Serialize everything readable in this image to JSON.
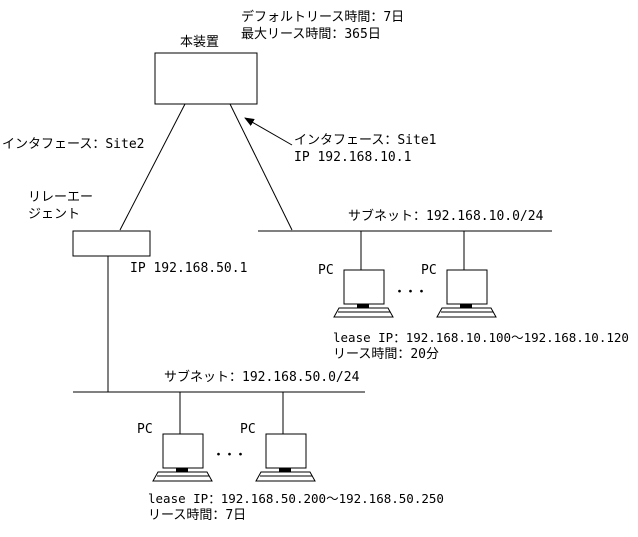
{
  "device": {
    "name": "本装置",
    "default_lease": "デフォルトリース時間：7日",
    "max_lease": "最大リース時間：365日"
  },
  "relay": {
    "name_line1": "リレーエー",
    "name_line2": "ジェント",
    "ip": "IP 192.168.50.1"
  },
  "interfaces": {
    "site2": "インタフェース：Site2",
    "site1": "インタフェース：Site1",
    "site1_ip": "IP 192.168.10.1"
  },
  "subnet1": {
    "label": "サブネット：192.168.10.0/24",
    "pc_label": "PC",
    "ellipsis": "・・・",
    "lease_ip": "lease IP：192.168.10.100～192.168.10.120",
    "lease_time": "リース時間：20分"
  },
  "subnet2": {
    "label": "サブネット：192.168.50.0/24",
    "pc_label": "PC",
    "ellipsis": "・・・",
    "lease_ip": "lease IP：192.168.50.200～192.168.50.250",
    "lease_time": "リース時間：7日"
  },
  "colors": {
    "line": "#000000",
    "background": "#ffffff"
  }
}
